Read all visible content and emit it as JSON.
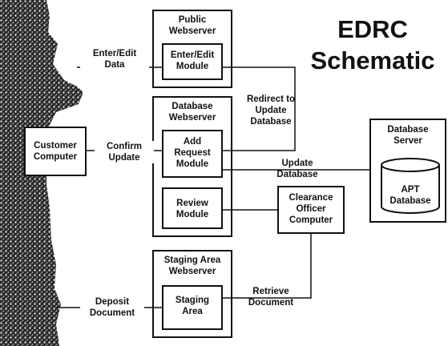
{
  "title": {
    "line1": "EDRC",
    "line2": "Schematic"
  },
  "nodes": {
    "public_webserver": "Public\nWebserver",
    "enter_edit_module": "Enter/Edit\nModule",
    "database_webserver": "Database\nWebserver",
    "add_request_module": "Add\nRequest\nModule",
    "review_module": "Review\nModule",
    "staging_area_webserver": "Staging Area\nWebserver",
    "staging_area": "Staging\nArea",
    "customer_computer": "Customer\nComputer",
    "database_server": "Database\nServer",
    "apt_database": "APT\nDatabase",
    "clearance_officer_computer": "Clearance\nOfficer\nComputer"
  },
  "edges": {
    "enter_edit_data": "Enter/Edit\nData",
    "redirect_to_update_database": "Redirect to\nUpdate\nDatabase",
    "confirm_update": "Confirm\nUpdate",
    "update_database": "Update\nDatabase",
    "retrieve_document": "Retrieve\nDocument",
    "deposit_document": "Deposit\nDocument"
  }
}
